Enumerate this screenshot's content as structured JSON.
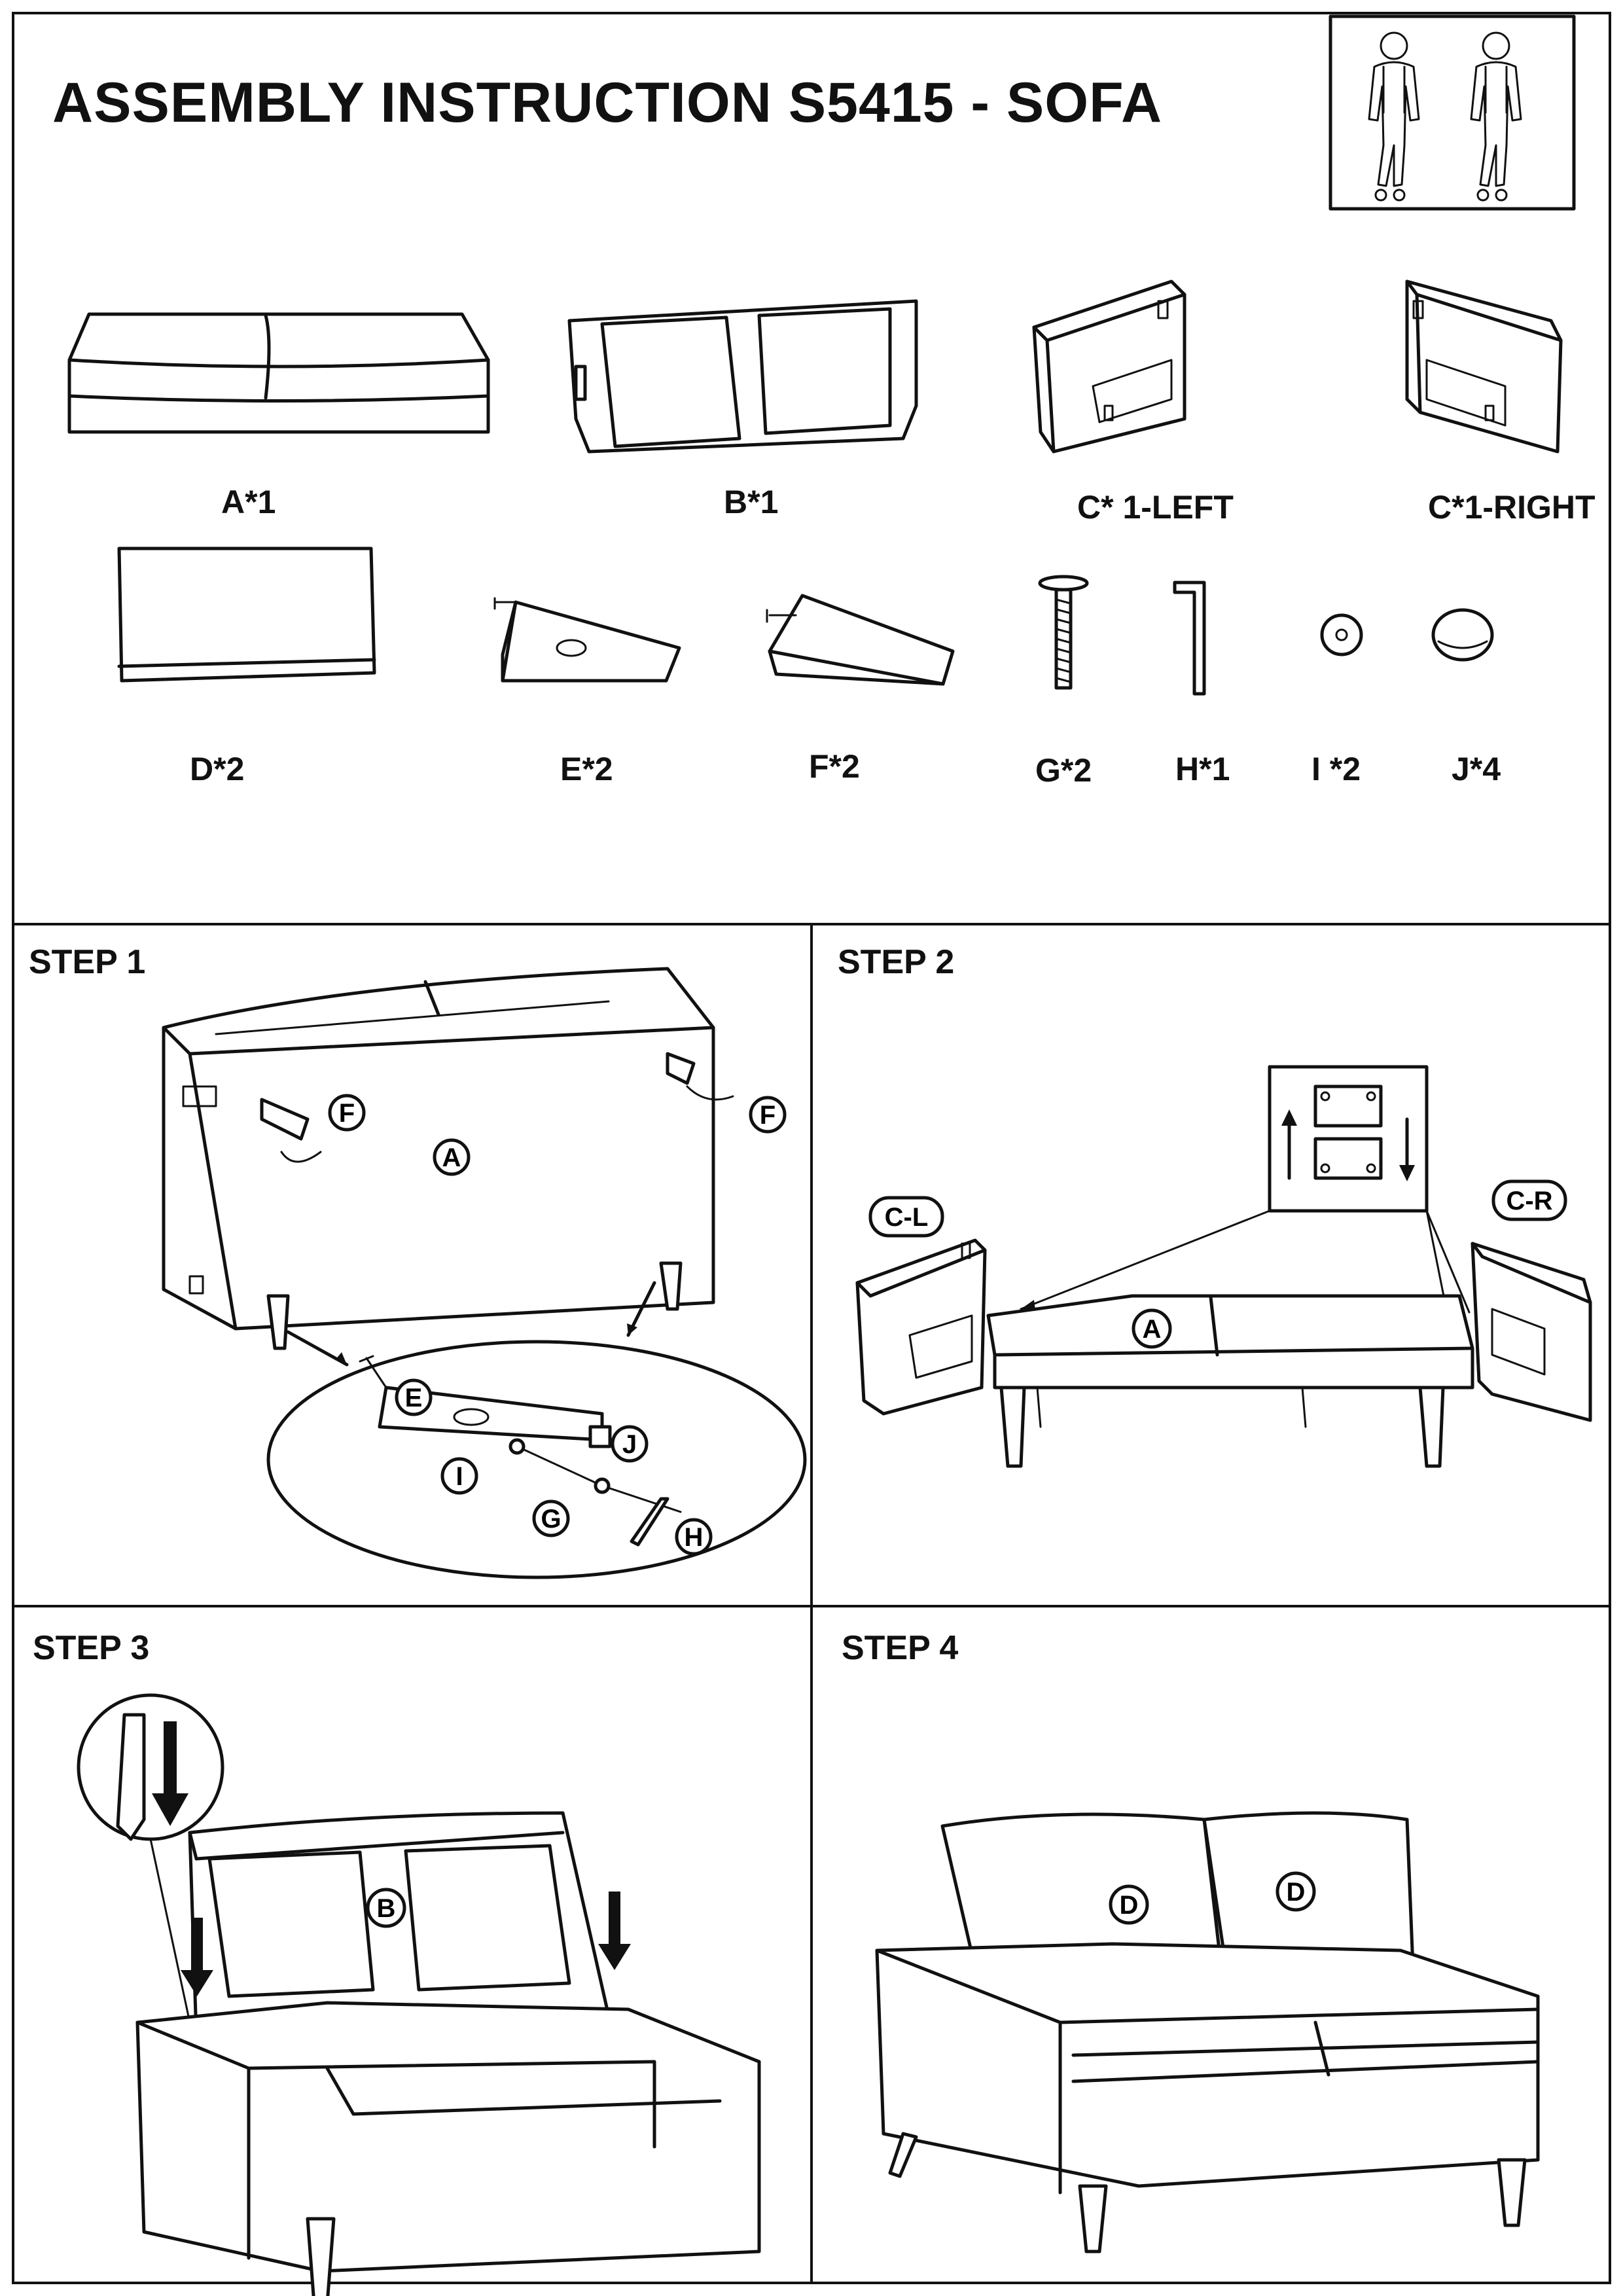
{
  "title": "ASSEMBLY INSTRUCTION S5415 - SOFA",
  "parts": [
    {
      "id": "A",
      "label": "A*1"
    },
    {
      "id": "B",
      "label": "B*1"
    },
    {
      "id": "C-left",
      "label": "C* 1-LEFT"
    },
    {
      "id": "C-right",
      "label": "C*1-RIGHT"
    },
    {
      "id": "D",
      "label": "D*2"
    },
    {
      "id": "E",
      "label": "E*2"
    },
    {
      "id": "F",
      "label": "F*2"
    },
    {
      "id": "G",
      "label": "G*2"
    },
    {
      "id": "H",
      "label": "H*1"
    },
    {
      "id": "I",
      "label": "I *2"
    },
    {
      "id": "J",
      "label": "J*4"
    }
  ],
  "steps": [
    {
      "title": "STEP 1",
      "callouts": {
        "a": "A",
        "f1": "F",
        "f2": "F",
        "e": "E",
        "j": "J",
        "i": "I",
        "g": "G",
        "h": "H"
      }
    },
    {
      "title": "STEP 2",
      "callouts": {
        "a": "A",
        "cl": "C-L",
        "cr": "C-R"
      }
    },
    {
      "title": "STEP 3",
      "callouts": {
        "b": "B"
      }
    },
    {
      "title": "STEP 4",
      "callouts": {
        "d1": "D",
        "d2": "D"
      }
    }
  ]
}
